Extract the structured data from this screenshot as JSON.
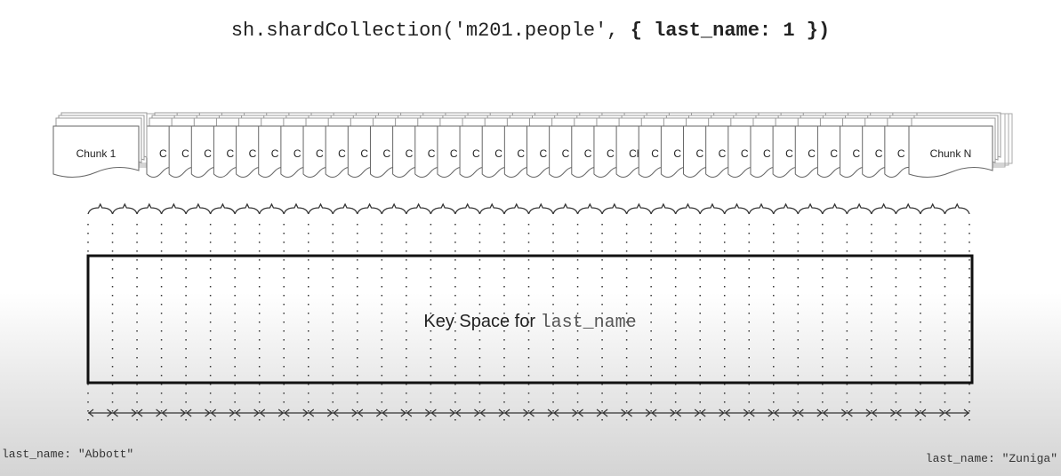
{
  "command": {
    "prefix": "sh.shardCollection('m201.people', ",
    "open_brace": "{ ",
    "key": "last_name: 1",
    "close_brace": " })"
  },
  "chunks": {
    "first_label": "Chunk 1",
    "last_label": "Chunk N",
    "middle_letter": "C",
    "highlight_label": "Ch",
    "highlight_index": 21,
    "middle_count": 34
  },
  "key_space": {
    "label_text": "Key Space for ",
    "label_field": "last_name"
  },
  "range_labels": {
    "min": "last_name: \"Abbott\"",
    "max": "last_name: \"Zuniga\""
  },
  "colors": {
    "ink": "#222222",
    "outline": "#777777",
    "dots": "#333333"
  }
}
